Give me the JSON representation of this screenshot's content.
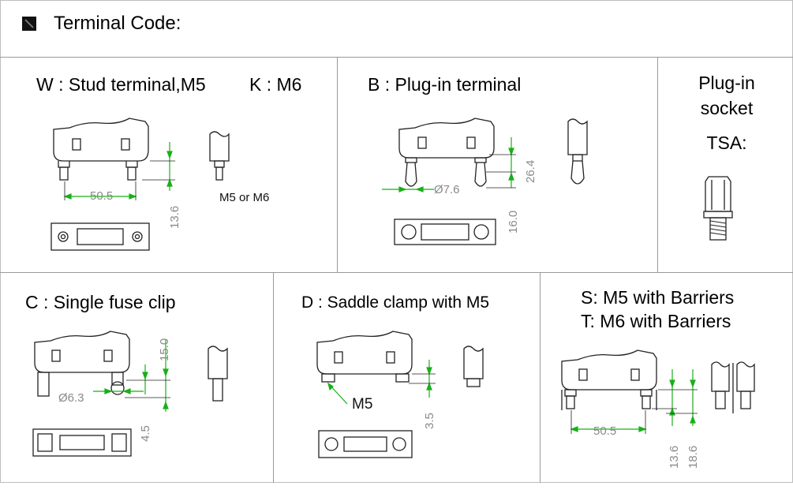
{
  "header": {
    "title": "Terminal Code:"
  },
  "panels": {
    "w": {
      "title_left": "W : Stud terminal,M5",
      "title_right": "K : M6",
      "dim_pitch": "50.5",
      "dim_height": "13.6",
      "note": "M5 or M6"
    },
    "b": {
      "title": "B : Plug-in terminal",
      "dim_dia": "Ø7.6",
      "dim_h1": "26.4",
      "dim_h2": "16.0"
    },
    "tsa": {
      "line1": "Plug-in",
      "line2": "socket",
      "line3": "TSA:"
    },
    "c": {
      "title": "C : Single fuse clip",
      "dim_dia": "Ø6.3",
      "dim_h1": "15.0",
      "dim_h2": "4.5"
    },
    "d": {
      "title": "D : Saddle clamp with M5",
      "label_m5": "M5",
      "dim_h": "3.5"
    },
    "s": {
      "line1": "S:  M5 with Barriers",
      "line2": "T:  M6 with Barriers",
      "dim_pitch": "50.5",
      "dim_h1": "13.6",
      "dim_h2": "18.6"
    }
  },
  "colors": {
    "dimension_arrow": "#18b018",
    "linework": "#222222",
    "dimension_text": "#8a8a8a"
  }
}
